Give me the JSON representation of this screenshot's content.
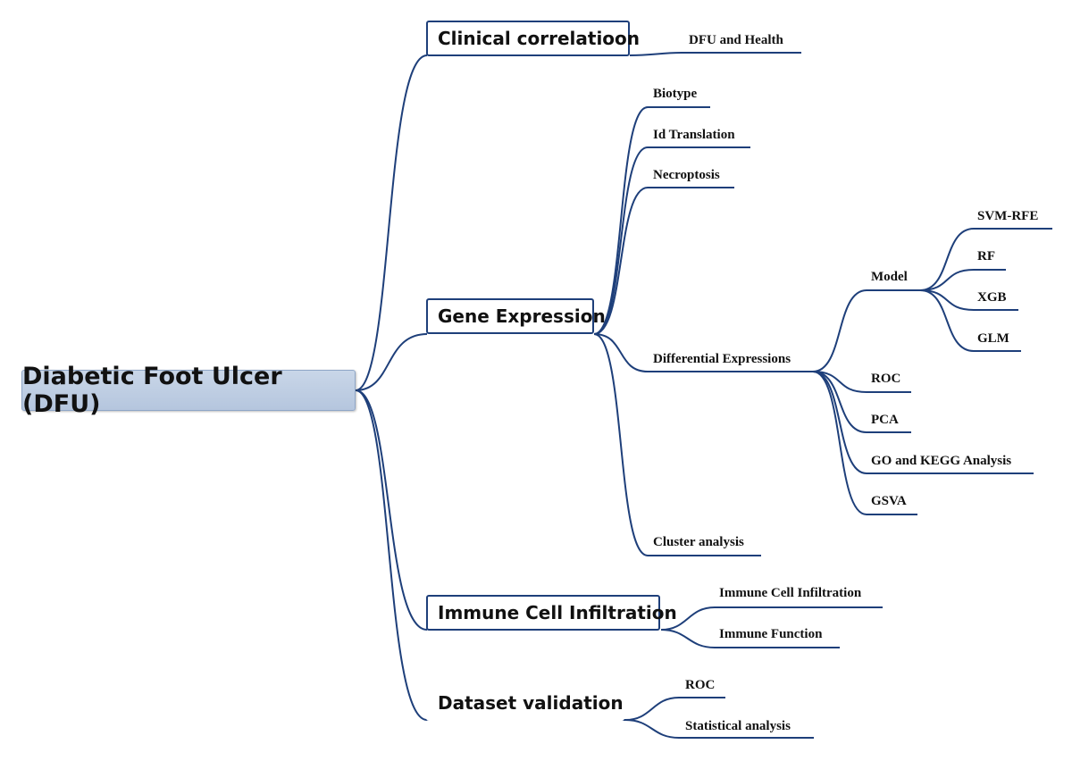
{
  "root": "Diabetic Foot Ulcer (DFU)",
  "topics": {
    "clinical": "Clinical correlatioon",
    "gene": "Gene Expression",
    "immune": "Immune Cell Infiltration",
    "dataset": "Dataset validation"
  },
  "leaves": {
    "dfu_health": "DFU and Health",
    "biotype": "Biotype",
    "id_translation": "Id Translation",
    "necroptosis": "Necroptosis",
    "differential": "Differential Expressions",
    "cluster": "Cluster analysis",
    "model": "Model",
    "svm_rfe": "SVM-RFE",
    "rf": "RF",
    "xgb": "XGB",
    "glm": "GLM",
    "roc_de": "ROC",
    "pca": "PCA",
    "go_kegg": "GO and KEGG Analysis",
    "gsva": "GSVA",
    "immune_infiltration": "Immune Cell Infiltration",
    "immune_function": "Immune Function",
    "roc_dv": "ROC",
    "statistical": "Statistical analysis"
  },
  "colors": {
    "line": "#1e3f7a",
    "root_fill": "#c1d0e4",
    "text": "#111111"
  }
}
